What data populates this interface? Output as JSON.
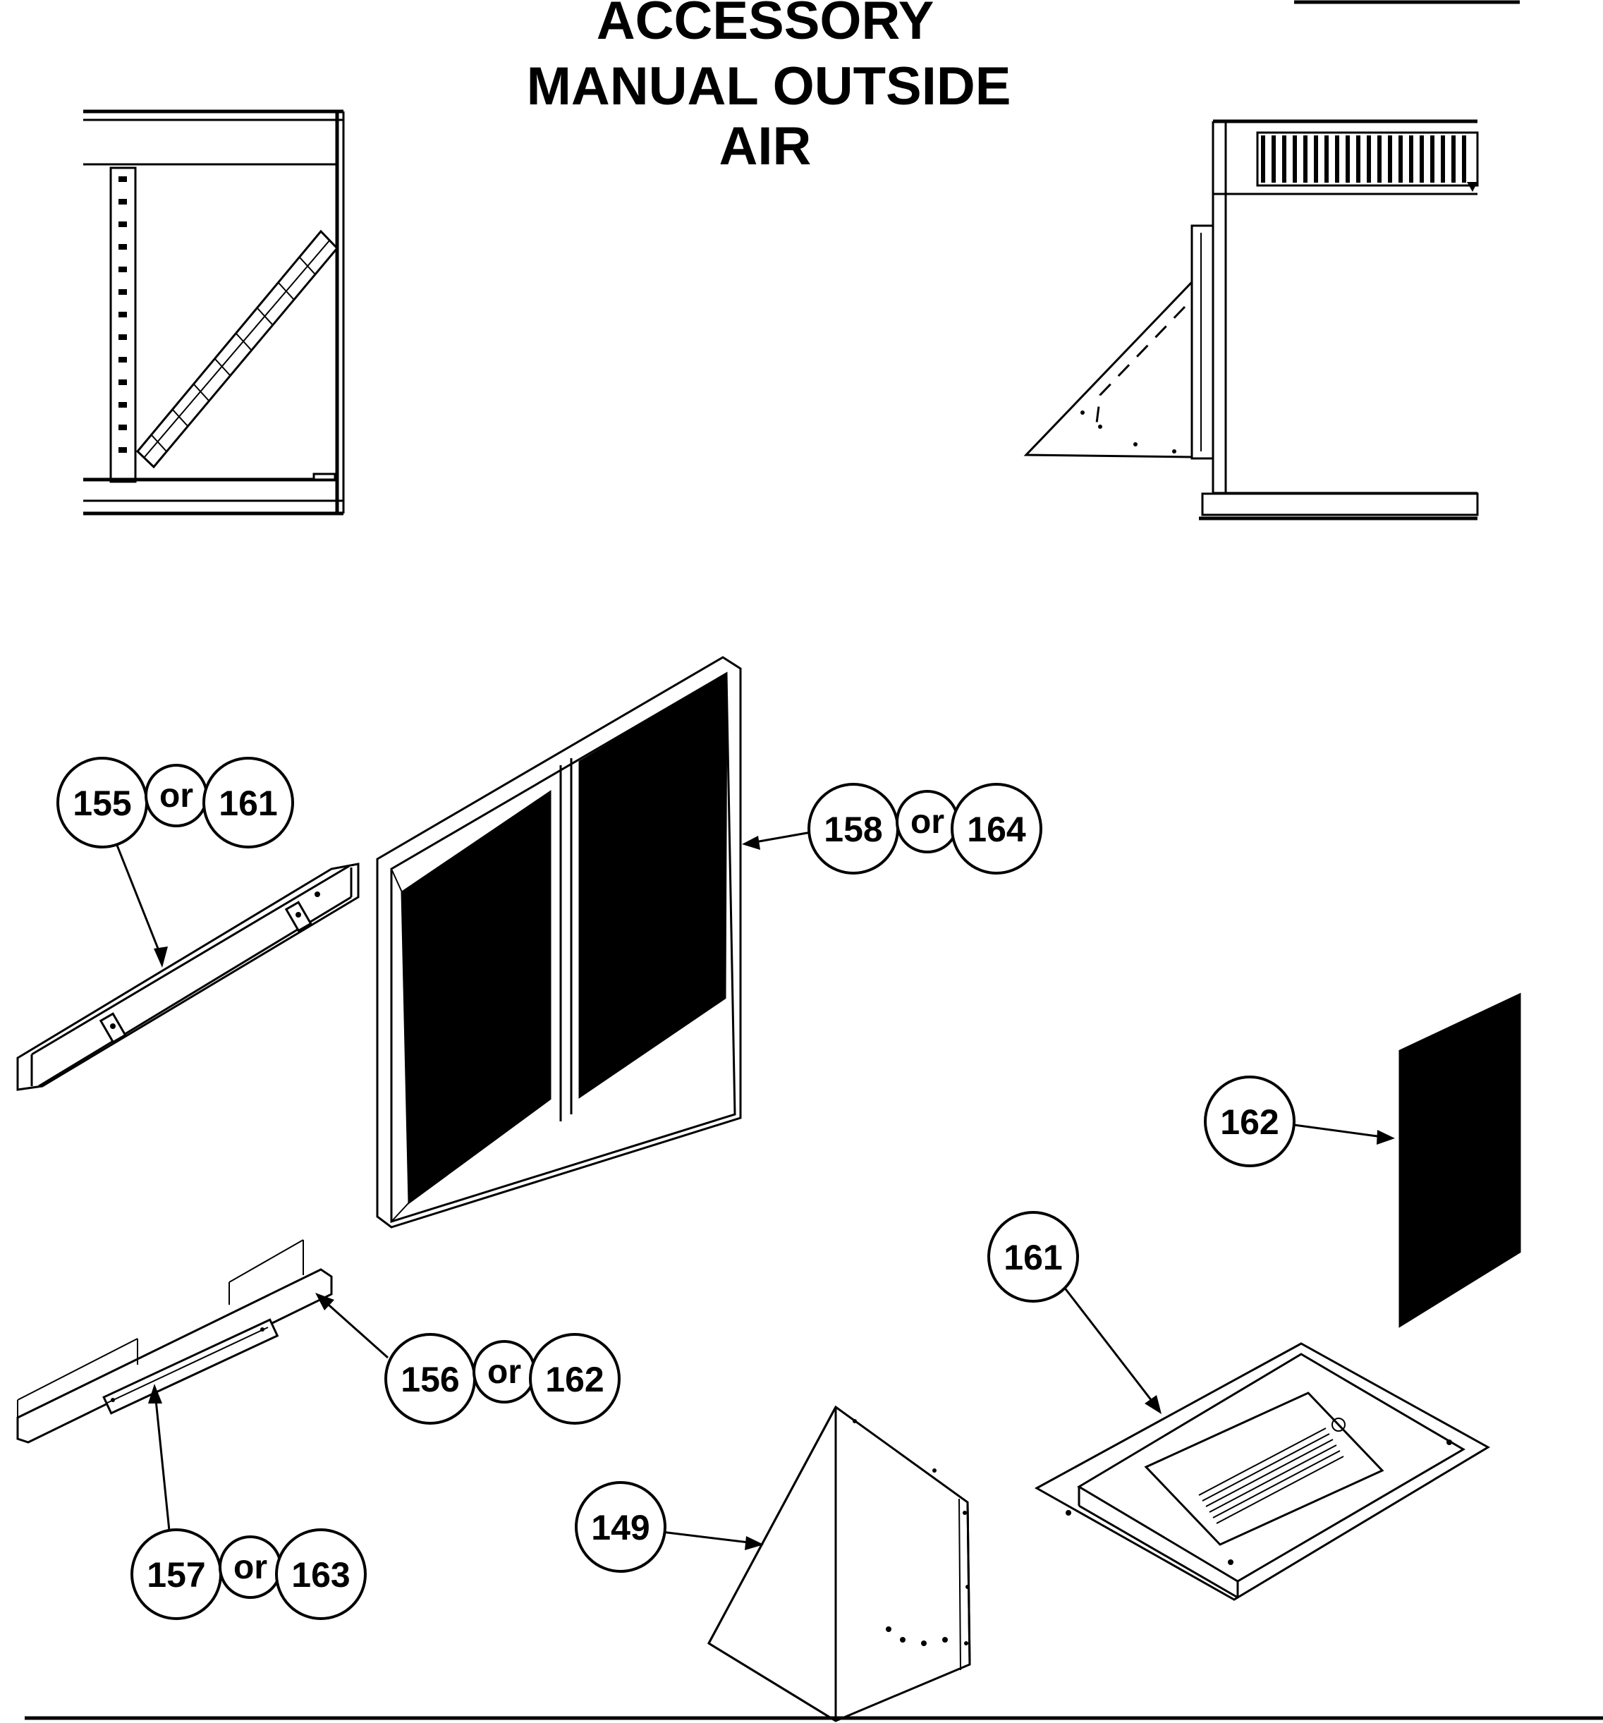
{
  "title": {
    "lines": [
      "ACCESSORY",
      "MANUAL OUTSIDE",
      "AIR"
    ]
  },
  "callouts": {
    "c155_161": {
      "left": "155",
      "joiner": "or",
      "right": "161"
    },
    "c158_164": {
      "left": "158",
      "joiner": "or",
      "right": "164"
    },
    "c162": {
      "label": "162"
    },
    "c161": {
      "label": "161"
    },
    "c156_162": {
      "left": "156",
      "joiner": "or",
      "right": "162"
    },
    "c157_163": {
      "left": "157",
      "joiner": "or",
      "right": "163"
    },
    "c149": {
      "label": "149"
    }
  }
}
